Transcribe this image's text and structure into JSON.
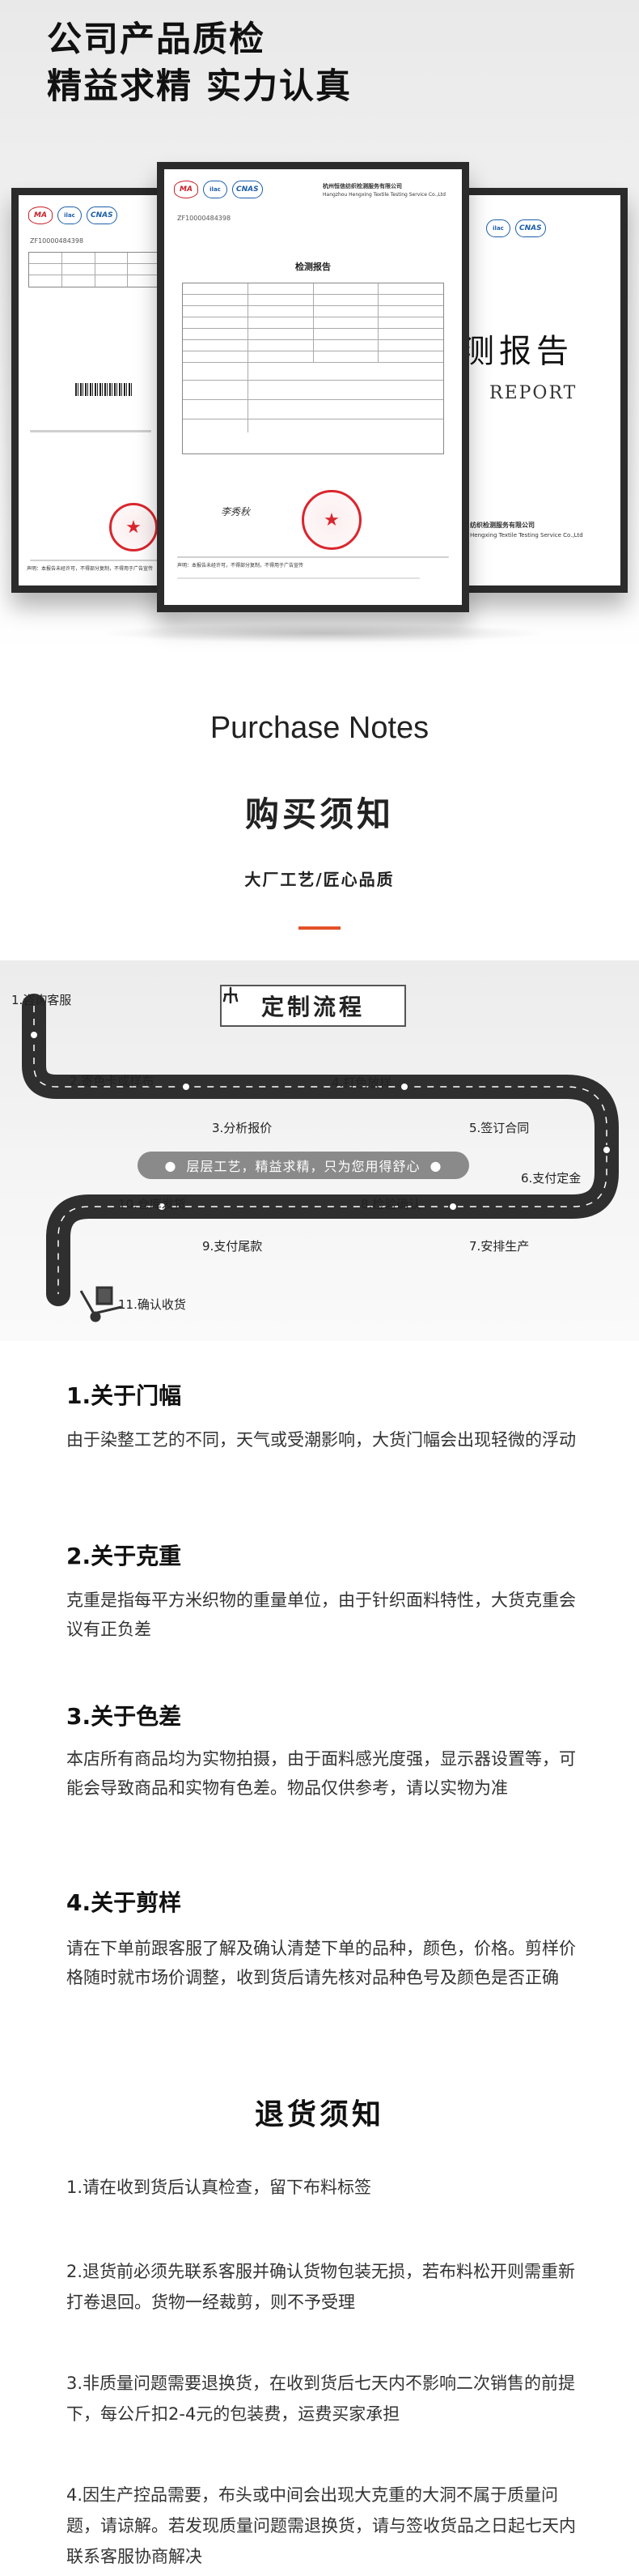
{
  "hero": {
    "title_line1": "公司产品质检",
    "title_line2": "精益求精 实力认真"
  },
  "certificates": {
    "left": {
      "report_no": "ZF10000484398",
      "org_footer": "声明：本报告未经许可，不得部分复制，不得用于广告宣传"
    },
    "center": {
      "report_no": "ZF10000484398",
      "org_name": "杭州恒信纺织检测服务有限公司",
      "org_name_en": "Hangzhou Hengxing Textile Testing Service Co.,Ltd",
      "doc_title": "检测报告",
      "signature": "李秀秋",
      "footer": "声明：本报告未经许可，不得部分复制，不得用于广告宣传"
    },
    "right": {
      "big_title": "测报告",
      "big_title_en": "REPORT",
      "org_name": "纺织检测服务有限公司",
      "org_name_en": "Hengxing Textile Testing Service Co.,Ltd"
    }
  },
  "purchase": {
    "title_en": "Purchase Notes",
    "title_cn": "购买须知",
    "subtitle": "大厂工艺/匠心品质",
    "accent_color": "#e3512a"
  },
  "process": {
    "title": "定制流程",
    "slogan": "层层工艺，精益求精，只为您用得舒心",
    "steps": {
      "s1": "1.咨询客服",
      "s2": "2.寄色卡或样布",
      "s3": "3.分析报价",
      "s4": "4.打色放样",
      "s5": "5.签订合同",
      "s6": "6.支付定金",
      "s7": "7.安排生产",
      "s8": "8.检验确认",
      "s9": "9.支付尾款",
      "s10": "10.仓库发货",
      "s11": "11.确认收货"
    }
  },
  "notes": [
    {
      "title": "1.关于门幅",
      "body": "由于染整工艺的不同，天气或受潮影响，大货门幅会出现轻微的浮动"
    },
    {
      "title": "2.关于克重",
      "body": "克重是指每平方米织物的重量单位，由于针织面料特性，大货克重会议有正负差"
    },
    {
      "title": "3.关于色差",
      "body": "本店所有商品均为实物拍摄，由于面料感光度强，显示器设置等，可能会导致商品和实物有色差。物品仅供参考，请以实物为准"
    },
    {
      "title": "4.关于剪样",
      "body": "请在下单前跟客服了解及确认清楚下单的品种，颜色，价格。剪样价格随时就市场价调整，收到货后请先核对品种色号及颜色是否正确"
    }
  ],
  "returns": {
    "title": "退货须知",
    "items": [
      "1.请在收到货后认真检查，留下布料标签",
      "2.退货前必须先联系客服并确认货物包装无损，若布料松开则需重新打卷退回。货物一经裁剪，则不予受理",
      "3.非质量问题需要退换货，在收到货后七天内不影响二次销售的前提下，每公斤扣2-4元的包装费，运费买家承担",
      "4.因生产控品需要，布头或中间会出现大克重的大洞不属于质量问题，请谅解。若发现质量问题需退换货，请与签收货品之日起七天内联系客服协商解决"
    ]
  }
}
